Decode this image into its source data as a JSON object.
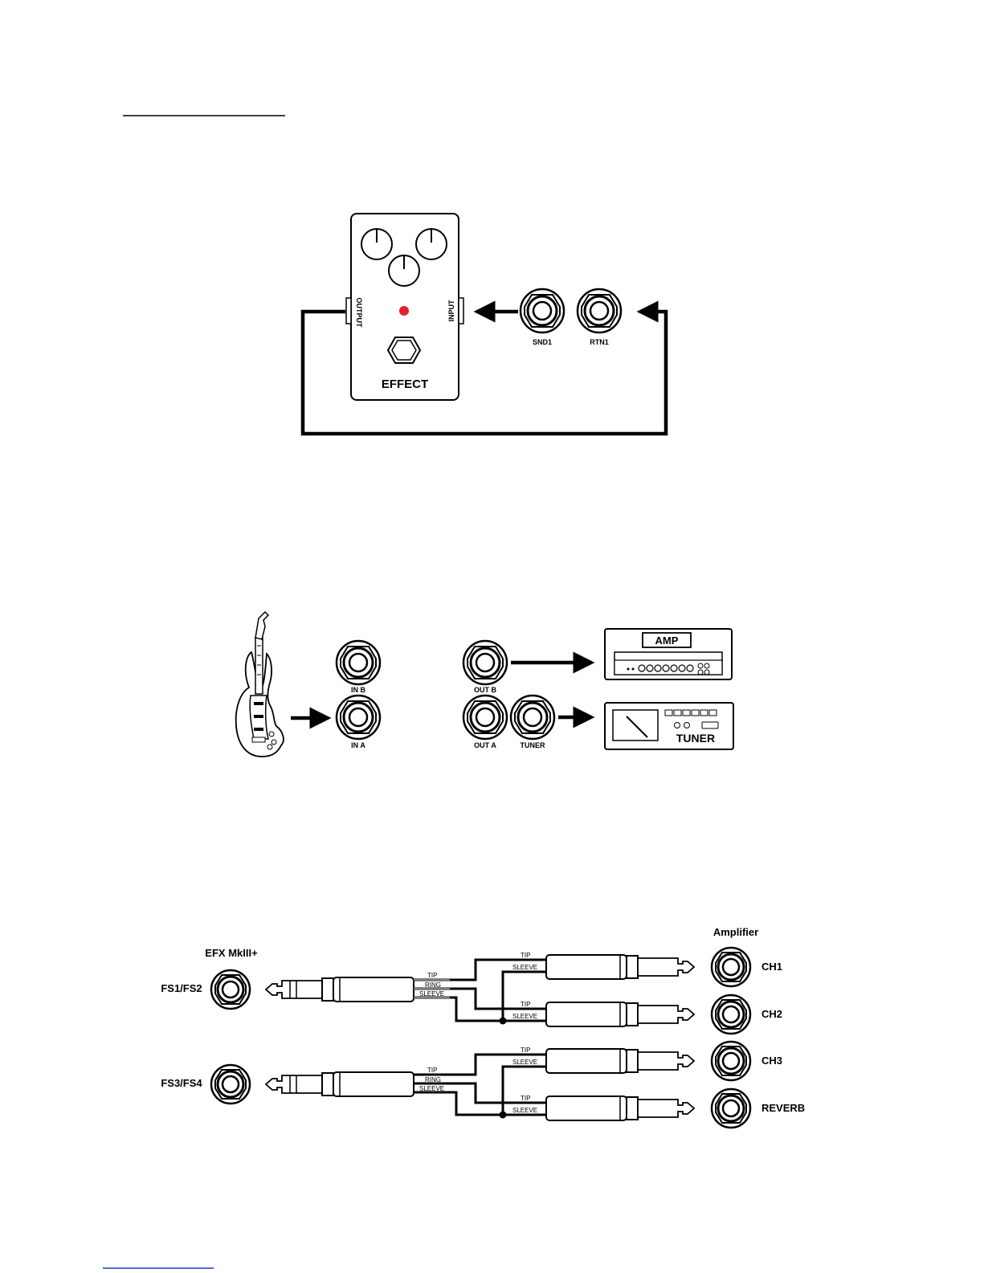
{
  "section1": {
    "pedal": {
      "label": "EFFECT",
      "output_label": "OUTPUT",
      "input_label": "INPUT",
      "led_color": "#e0202a"
    },
    "jacks": {
      "send": "SND1",
      "return": "RTN1"
    }
  },
  "section2": {
    "jacks": {
      "in_b": "IN B",
      "in_a": "IN A",
      "out_b": "OUT B",
      "out_a": "OUT A",
      "tuner": "TUNER"
    },
    "amp_label": "AMP",
    "tuner_label": "TUNER"
  },
  "section3": {
    "device_label": "EFX MkIII+",
    "amplifier_label": "Amplifier",
    "inputs": {
      "fs12": "FS1/FS2",
      "fs34": "FS3/FS4"
    },
    "channels": {
      "ch1": "CH1",
      "ch2": "CH2",
      "ch3": "CH3",
      "reverb": "REVERB"
    },
    "wire_labels": {
      "tip": "TIP",
      "ring": "RING",
      "sleeve": "SLEEVE"
    }
  }
}
